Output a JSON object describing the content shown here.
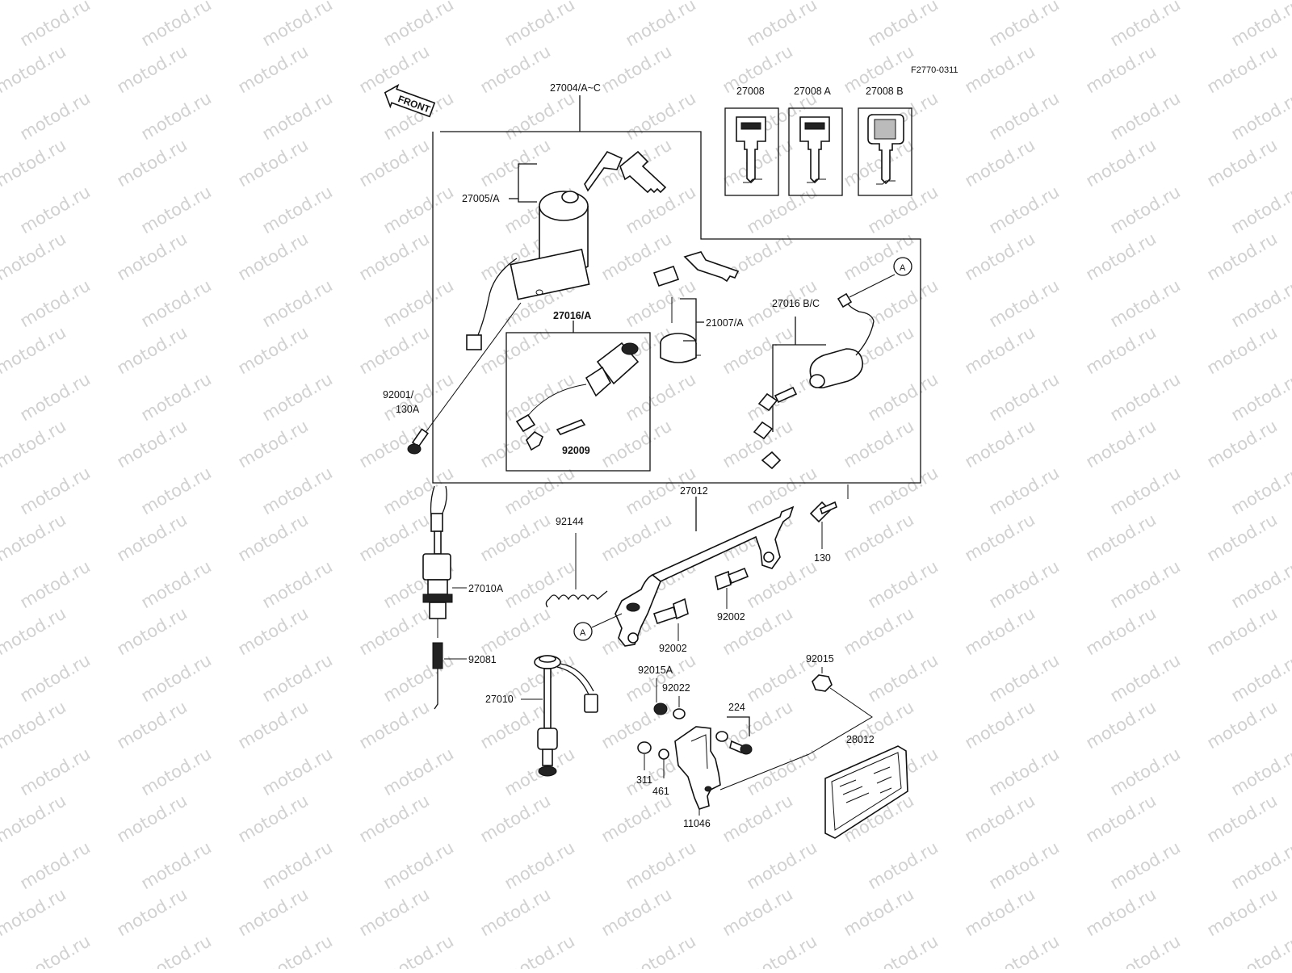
{
  "figure_code": "F2770-0311",
  "front_label": "FRONT",
  "watermark": "motod.ru",
  "parts": {
    "p27004": "27004/A~C",
    "p27008": "27008",
    "p27008a": "27008 A",
    "p27008b": "27008 B",
    "p27005": "27005/A",
    "p27016": "27016/A",
    "p21007": "21007/A",
    "p27016bc": "27016 B/C",
    "p92001": "92001/",
    "p130a": "130A",
    "p92009": "92009",
    "p27012": "27012",
    "p92144": "92144",
    "p130": "130",
    "p27010a": "27010A",
    "p92002a": "92002",
    "p92002b": "92002",
    "p92081": "92081",
    "p92015a": "92015A",
    "p92022": "92022",
    "p92015": "92015",
    "p224": "224",
    "p28012": "28012",
    "p27010": "27010",
    "p311": "311",
    "p461": "461",
    "p11046": "11046"
  },
  "callout_a": "A",
  "colors": {
    "ink": "#111111",
    "watermark": "#c9c9c9",
    "background": "#ffffff"
  }
}
